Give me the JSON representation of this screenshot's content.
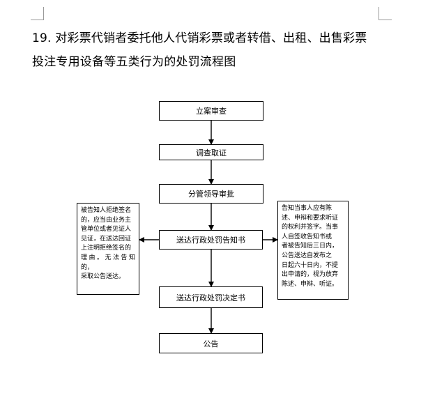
{
  "title": {
    "line1": "19. 对彩票代销者委托他人代销彩票或者转借、出租、出售彩票",
    "line2": "投注专用设备等五类行为的处罚流程图"
  },
  "flow": {
    "step1": "立案审查",
    "step2": "调查取证",
    "step3": "分管领导审批",
    "step4": "送达行政处罚告知书",
    "step5": "送达行政处罚决定书",
    "step6": "公告"
  },
  "notes": {
    "left": "被告知人拒绝签名\n的，应当由业务主\n管单位或者见证人\n见证，在送达回证\n上注明拒绝签名的\n理由。无法告知的，\n采取公告送达。",
    "right": "告知当事人应有陈\n述、申辩和要求听证\n的权利并签字。当事\n人自签收告知书或\n者被告知后三日内，\n公告送达自发布之\n日起六十日内，不提\n出申请的，视为放弃\n陈述、申辩、听证。"
  }
}
